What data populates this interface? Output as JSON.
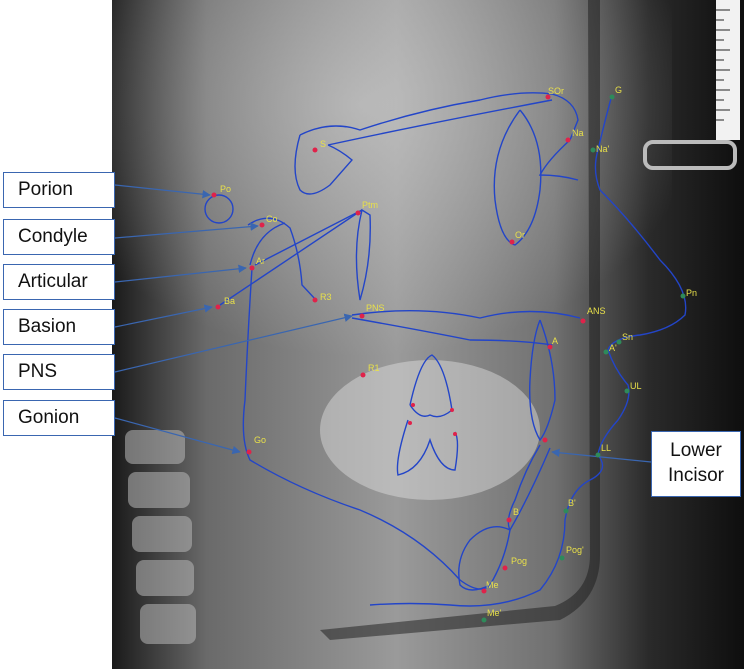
{
  "callouts": {
    "porion": "Porion",
    "condyle": "Condyle",
    "articular": "Articular",
    "basion": "Basion",
    "pns": "PNS",
    "gonion": "Gonion",
    "lower_incisor": "Lower\nIncisor"
  },
  "landmarks": {
    "skeletal": {
      "s": "S",
      "po": "Po",
      "co": "Co",
      "ar": "Ar",
      "ba": "Ba",
      "r3": "R3",
      "ptm": "Ptm",
      "pns": "PNS",
      "r1": "R1",
      "go": "Go",
      "orbitale": "Or",
      "na": "Na",
      "ans": "ANS",
      "a": "A",
      "b": "B",
      "pog": "Pog",
      "me": "Me",
      "soft_or": "SOr"
    },
    "soft_tissue": {
      "g": "G",
      "na_soft": "Na'",
      "pn": "Pn",
      "sn": "Sn",
      "a_soft": "A'",
      "ul": "UL",
      "ll": "LL",
      "b_soft": "B'",
      "pog_soft": "Pog'",
      "me_soft": "Me'"
    }
  },
  "colors": {
    "tracing": "#2345c8",
    "skeletal_point": "#e0224a",
    "soft_point": "#2e8a5a",
    "label": "#e8e04a",
    "callout_border": "#3a66b0",
    "arrow": "#3a66b0"
  }
}
